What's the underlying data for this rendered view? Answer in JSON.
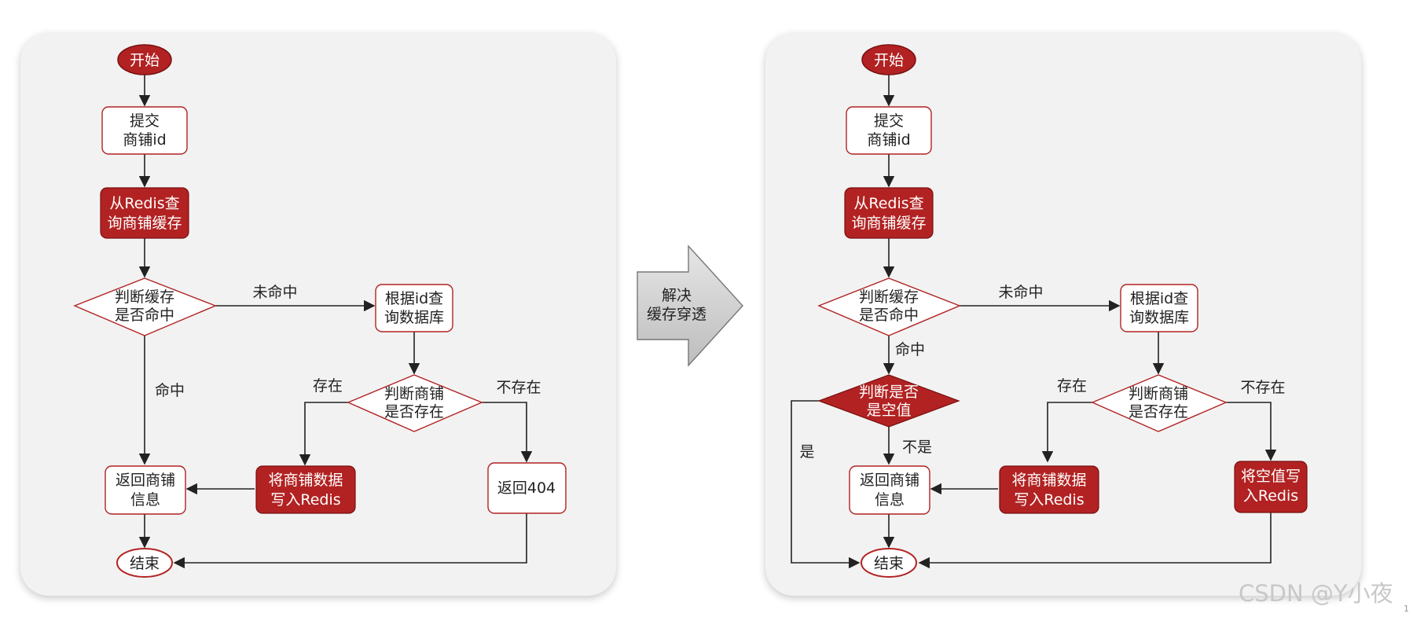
{
  "colors": {
    "accent": "#b22222",
    "panel": "#f2f2f2",
    "line": "#222222"
  },
  "left": {
    "start": "开始",
    "submit": [
      "提交",
      "商铺id"
    ],
    "query_cache": [
      "从Redis查",
      "询商铺缓存"
    ],
    "decision_cache": [
      "判断缓存",
      "是否命中"
    ],
    "miss": "未命中",
    "query_db": [
      "根据id查",
      "询数据库"
    ],
    "hit": "命中",
    "exist": "存在",
    "not_exist": "不存在",
    "decision_shop": [
      "判断商铺",
      "是否存在"
    ],
    "return_info": [
      "返回商铺",
      "信息"
    ],
    "write_redis": [
      "将商铺数据",
      "写入Redis"
    ],
    "return_404": "返回404",
    "end": "结束"
  },
  "middle": {
    "arrow_text": [
      "解决",
      "缓存穿透"
    ]
  },
  "right": {
    "start": "开始",
    "submit": [
      "提交",
      "商铺id"
    ],
    "query_cache": [
      "从Redis查",
      "询商铺缓存"
    ],
    "decision_cache": [
      "判断缓存",
      "是否命中"
    ],
    "miss": "未命中",
    "query_db": [
      "根据id查",
      "询数据库"
    ],
    "hit": "命中",
    "decision_null": [
      "判断是否",
      "是空值"
    ],
    "yes": "是",
    "no": "不是",
    "exist": "存在",
    "not_exist": "不存在",
    "decision_shop": [
      "判断商铺",
      "是否存在"
    ],
    "return_info": [
      "返回商铺",
      "信息"
    ],
    "write_redis": [
      "将商铺数据",
      "写入Redis"
    ],
    "write_null": [
      "将空值写",
      "入Redis"
    ],
    "end": "结束"
  },
  "watermark": "CSDN @Y小夜",
  "corner_mark": "1"
}
